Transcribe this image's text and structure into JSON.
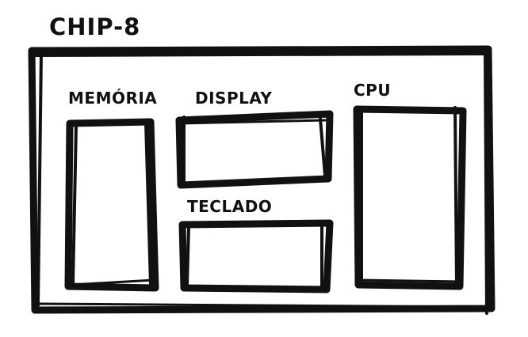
{
  "diagram": {
    "title": "CHIP-8",
    "stroke_color": "#111111",
    "background_color": "#ffffff",
    "components": {
      "memory": "MEMÓRIA",
      "display": "DISPLAY",
      "cpu": "CPU",
      "keyboard": "TECLADO"
    }
  }
}
